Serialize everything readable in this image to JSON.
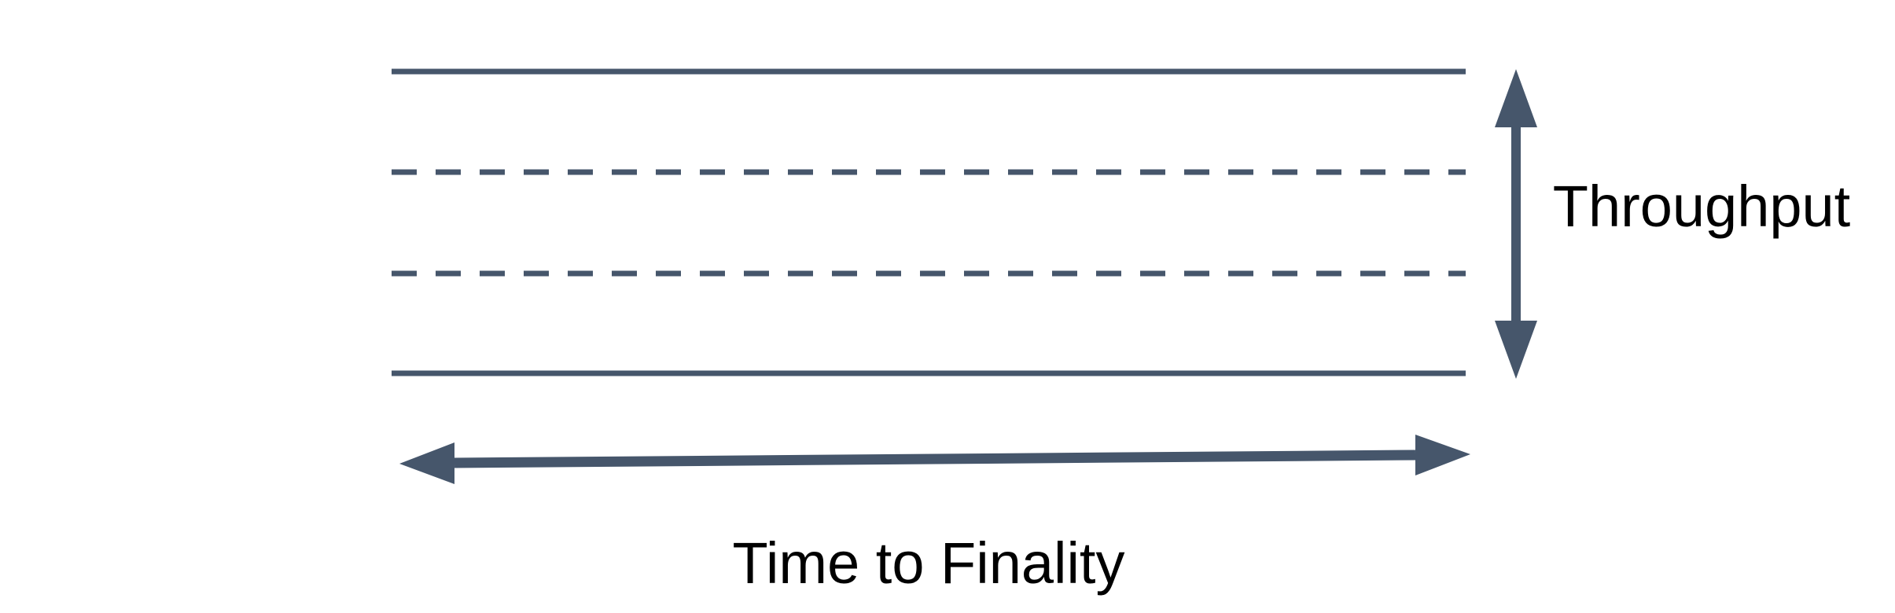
{
  "diagram": {
    "labels": {
      "throughput": "Throughput",
      "time_to_finality": "Time to Finality"
    },
    "colors": {
      "shape": "#46566B",
      "text": "#000000",
      "background": "#FFFFFF"
    },
    "lanes": {
      "line_styles": [
        "solid",
        "dashed",
        "dashed",
        "solid"
      ]
    }
  }
}
